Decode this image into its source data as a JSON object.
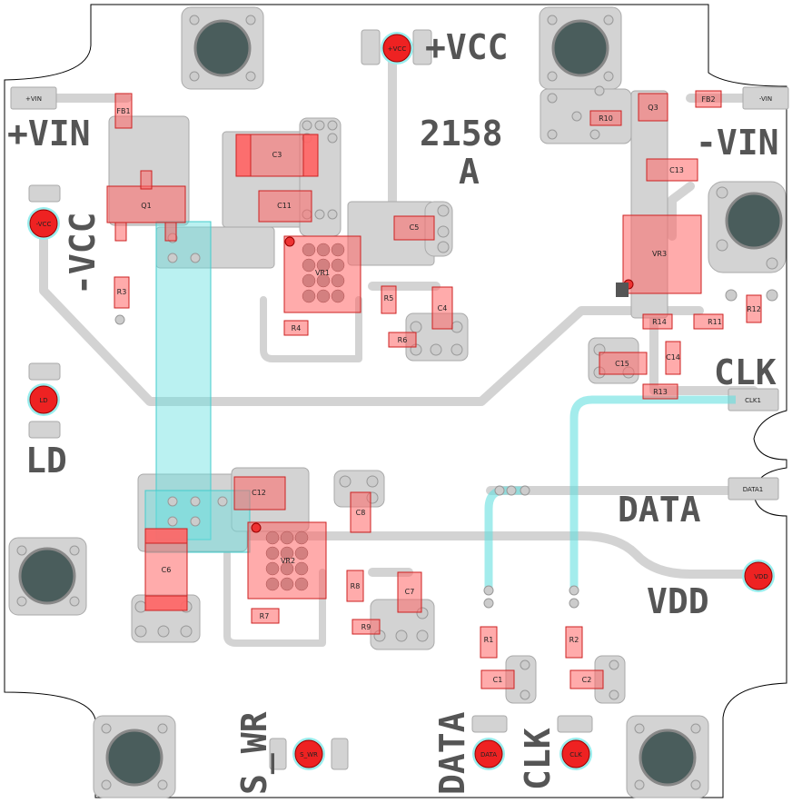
{
  "board_id": "2158",
  "board_rev": "A",
  "labels": {
    "vin_pos": "+VIN",
    "vin_neg": "-VIN",
    "vcc_pos": "+VCC",
    "vcc_neg": "-VCC",
    "ld": "LD",
    "clk": "CLK",
    "data": "DATA",
    "vdd": "VDD",
    "s_wr": "S_WR",
    "data_bottom": "DATA",
    "clk_bottom": "CLK"
  },
  "pads": {
    "vin_pos": "+VIN",
    "vin_neg": "-VIN",
    "clk1": "CLK1",
    "data1": "DATA1"
  },
  "testpoints": {
    "vcc_pos": "+VCC",
    "vcc_neg": "-VCC",
    "ld": "LD",
    "vdd": "VDD",
    "s_wr": "S_WR",
    "data": "DATA",
    "clk": "CLK"
  },
  "components": {
    "fb1": "FB1",
    "fb2": "FB2",
    "q1": "Q1",
    "q3": "Q3",
    "r1": "R1",
    "r2": "R2",
    "r3": "R3",
    "r4": "R4",
    "r5": "R5",
    "r6": "R6",
    "r7": "R7",
    "r8": "R8",
    "r9": "R9",
    "r10": "R10",
    "r11": "R11",
    "r12": "R12",
    "r13": "R13",
    "r14": "R14",
    "c1": "C1",
    "c2": "C2",
    "c3": "C3",
    "c4": "C4",
    "c5": "C5",
    "c6": "C6",
    "c7": "C7",
    "c8": "C8",
    "c11": "C11",
    "c12": "C12",
    "c13": "C13",
    "c14": "C14",
    "c15": "C15",
    "vr1": "VR1",
    "vr2": "VR2",
    "vr3": "VR3"
  },
  "colors": {
    "copper": "#d3d3d3",
    "copper_edge": "#aaaaaa",
    "component": "#ff6666",
    "highlight": "#66e0e0",
    "mount_hole": "#4a5d5c",
    "label": "#555555"
  }
}
